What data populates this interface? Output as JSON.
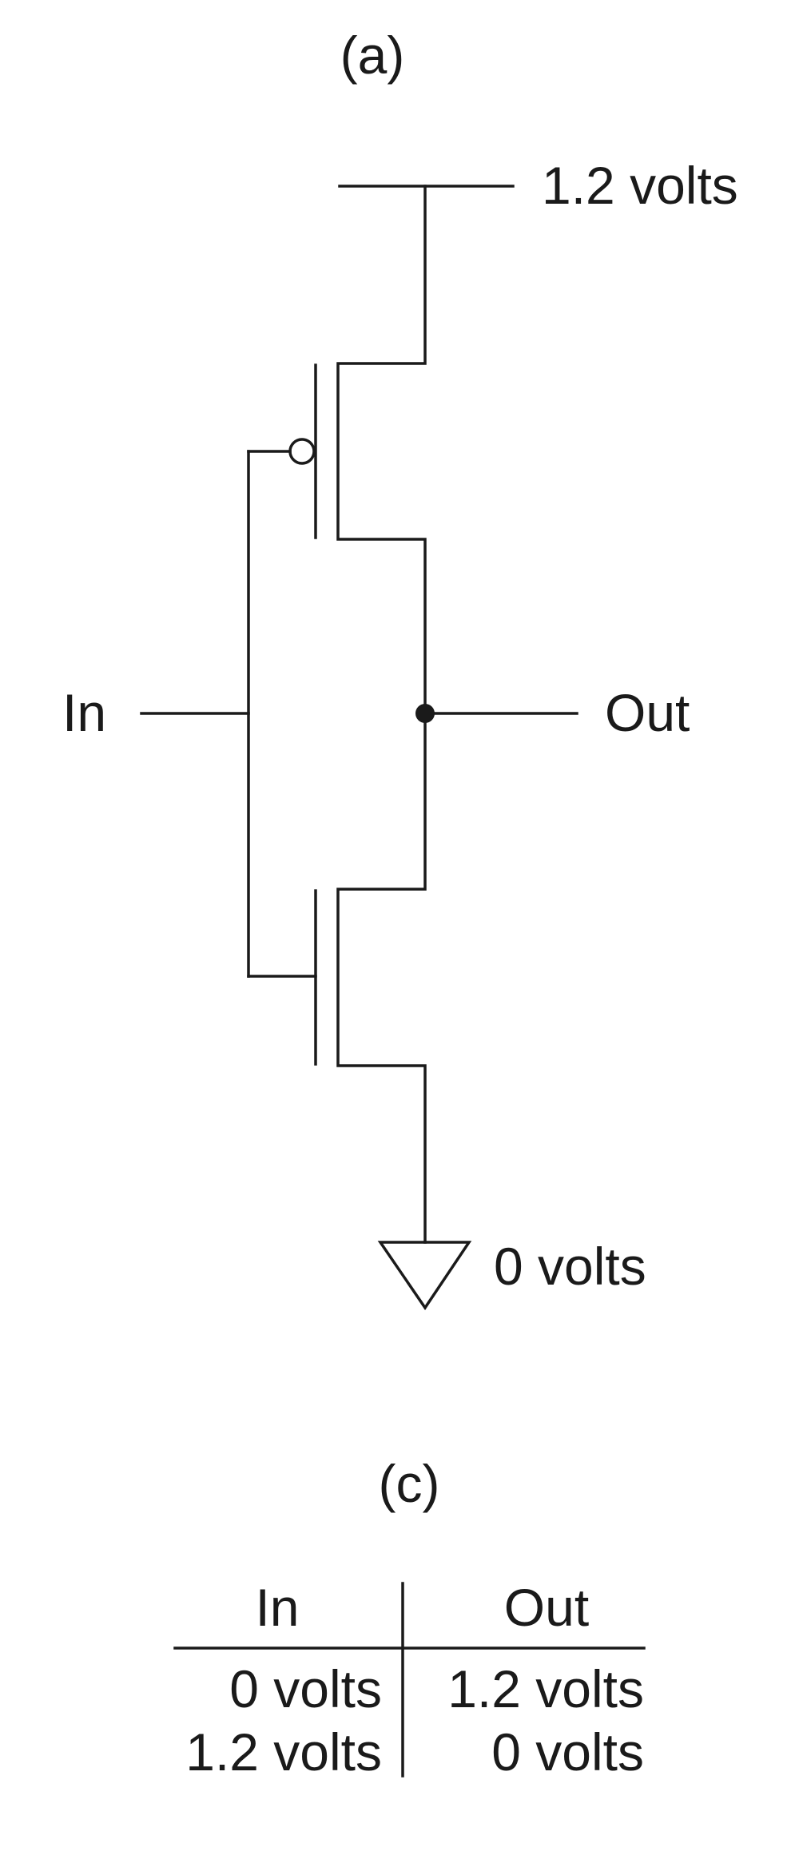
{
  "circuit": {
    "caption": "(a)",
    "supply_label": "1.2 volts",
    "ground_label": "0 volts",
    "input_label": "In",
    "output_label": "Out"
  },
  "truth_table": {
    "caption": "(c)",
    "headers": [
      "In",
      "Out"
    ],
    "rows": [
      [
        "0 volts",
        "1.2 volts"
      ],
      [
        "1.2 volts",
        "0 volts"
      ]
    ]
  }
}
